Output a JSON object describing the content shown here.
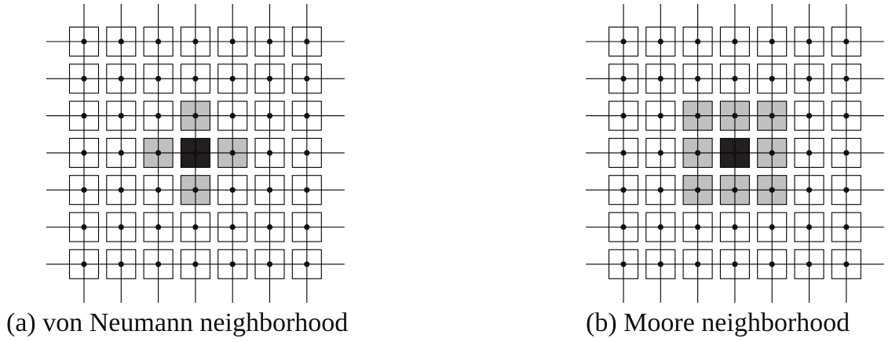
{
  "grid": {
    "rows": 7,
    "cols": 7,
    "center": [
      3,
      3
    ],
    "colors": {
      "cell_fill": "#ffffff",
      "neighbor_fill": "#c0c0c0",
      "center_fill": "#231f20",
      "line": "#000000",
      "dot": "#111111"
    }
  },
  "panels": [
    {
      "id": "a",
      "caption": "(a)  von Neumann neighborhood",
      "neighbors": [
        [
          2,
          3
        ],
        [
          3,
          2
        ],
        [
          3,
          4
        ],
        [
          4,
          3
        ]
      ]
    },
    {
      "id": "b",
      "caption": "(b)  Moore neighborhood",
      "neighbors": [
        [
          2,
          2
        ],
        [
          2,
          3
        ],
        [
          2,
          4
        ],
        [
          3,
          2
        ],
        [
          3,
          4
        ],
        [
          4,
          2
        ],
        [
          4,
          3
        ],
        [
          4,
          4
        ]
      ]
    }
  ]
}
